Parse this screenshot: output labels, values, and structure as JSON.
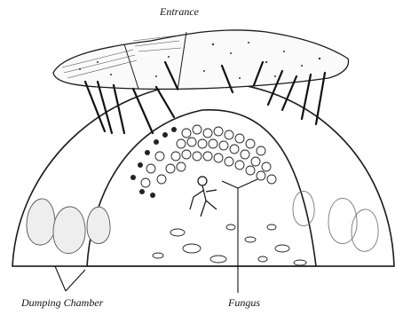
{
  "labels": {
    "entrance": "Entrance",
    "dumping_chamber": "Dumping Chamber",
    "fungus": "Fungus"
  },
  "colors": {
    "ink": "#1a1a1a",
    "background": "#ffffff"
  }
}
